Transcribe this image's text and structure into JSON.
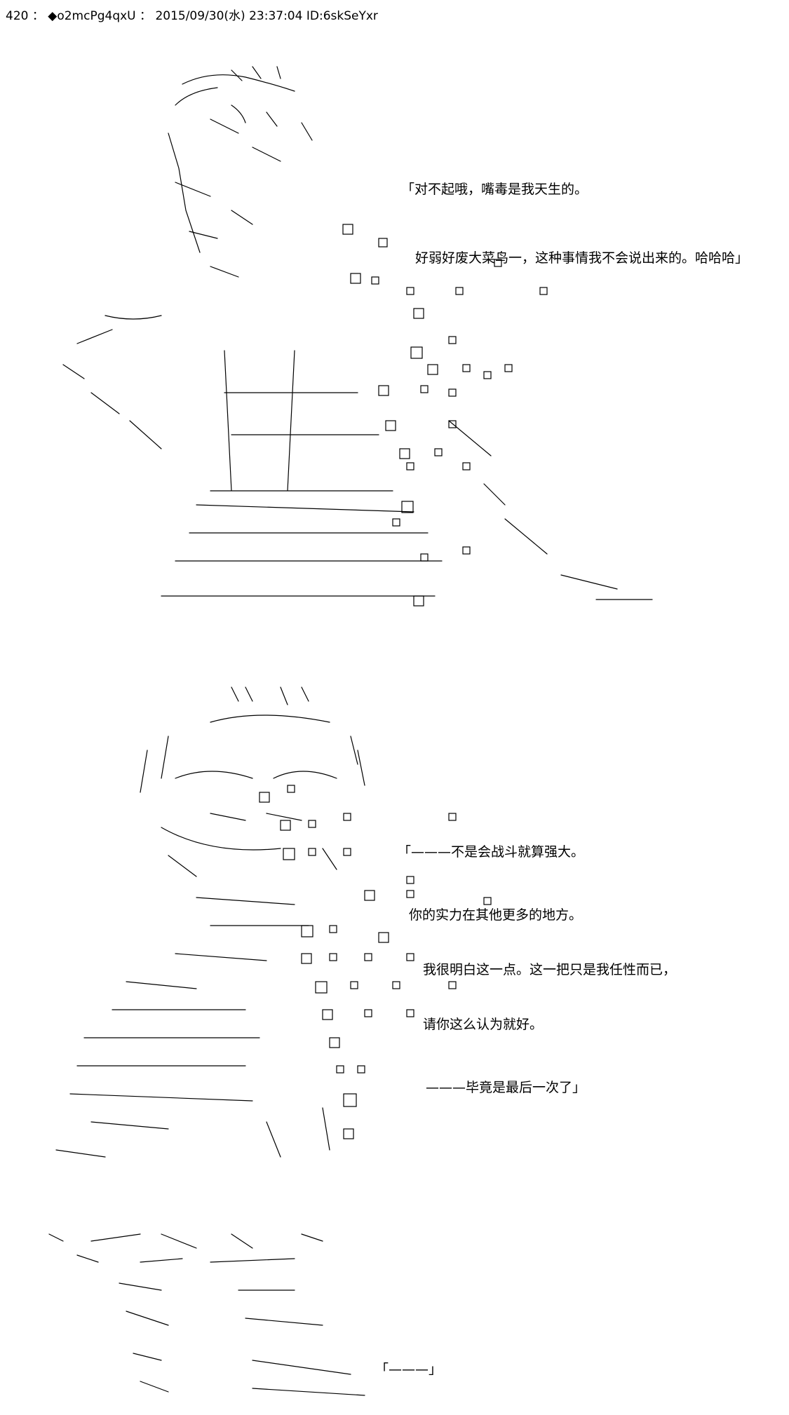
{
  "header": {
    "post_number": "420",
    "separator": "：",
    "trip": "◆o2mcPg4qxU",
    "date": "2015/09/30(水) 23:37:04",
    "id": "ID:6skSeYxr"
  },
  "panels": [
    {
      "dialogue": [
        "「对不起哦，嘴毒是我天生的。",
        "好弱好废大菜鸟一，这种事情我不会说出来的。哈哈哈」"
      ]
    },
    {
      "dialogue": [
        "「———不是会战斗就算强大。",
        "你的实力在其他更多的地方。",
        "我很明白这一点。这一把只是我任性而已，",
        "请你这么认为就好。",
        "———毕竟是最后一次了」"
      ]
    },
    {
      "dialogue": [
        "「———」"
      ]
    }
  ]
}
